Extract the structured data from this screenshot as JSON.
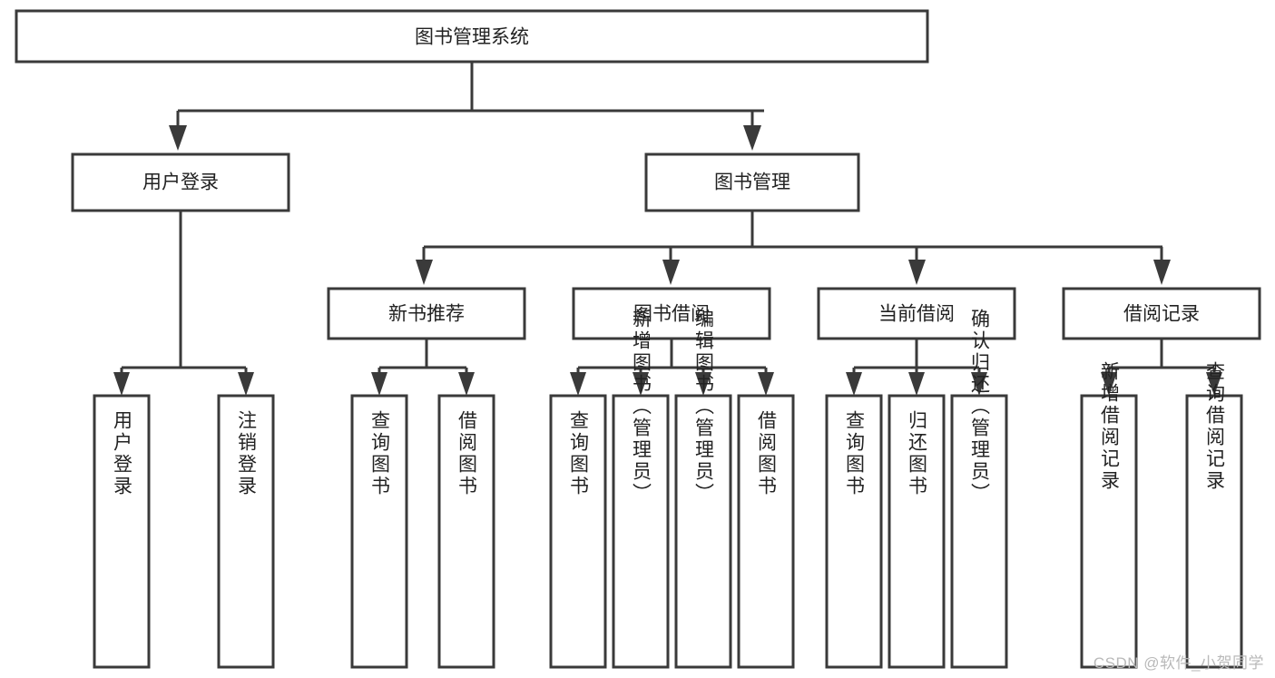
{
  "diagram": {
    "type": "tree-hierarchy",
    "title": "图书管理系统",
    "watermark": "CSDN @软件_小贺同学",
    "colors": {
      "stroke": "#3a3a3a",
      "fill": "#ffffff",
      "text": "#222222",
      "watermark": "#b9b9b9"
    },
    "root": {
      "id": "root",
      "label": "图书管理系统"
    },
    "level1": [
      {
        "id": "l1-0",
        "label": "用户登录"
      },
      {
        "id": "l1-1",
        "label": "图书管理"
      }
    ],
    "level2": [
      {
        "id": "l2-0",
        "label": "新书推荐",
        "parent": "l1-1"
      },
      {
        "id": "l2-1",
        "label": "图书借阅",
        "parent": "l1-1"
      },
      {
        "id": "l2-2",
        "label": "当前借阅",
        "parent": "l1-1"
      },
      {
        "id": "l2-3",
        "label": "借阅记录",
        "parent": "l1-1"
      }
    ],
    "leaves": [
      {
        "id": "lf-0",
        "label": "用户登录",
        "parent": "l1-0"
      },
      {
        "id": "lf-1",
        "label": "注销登录",
        "parent": "l1-0"
      },
      {
        "id": "lf-2",
        "label": "查询图书",
        "parent": "l2-0"
      },
      {
        "id": "lf-3",
        "label": "借阅图书",
        "parent": "l2-0"
      },
      {
        "id": "lf-4",
        "label": "查询图书",
        "parent": "l2-1"
      },
      {
        "id": "lf-5",
        "label": "新增图书（管理员）",
        "parent": "l2-1"
      },
      {
        "id": "lf-6",
        "label": "编辑图书（管理员）",
        "parent": "l2-1"
      },
      {
        "id": "lf-7",
        "label": "借阅图书",
        "parent": "l2-1"
      },
      {
        "id": "lf-8",
        "label": "查询图书",
        "parent": "l2-2"
      },
      {
        "id": "lf-9",
        "label": "归还图书",
        "parent": "l2-2"
      },
      {
        "id": "lf-10",
        "label": "确认归还（管理员）",
        "parent": "l2-2"
      },
      {
        "id": "lf-11",
        "label": "新增借阅记录",
        "parent": "l2-3"
      },
      {
        "id": "lf-12",
        "label": "查询借阅记录",
        "parent": "l2-3"
      }
    ]
  }
}
